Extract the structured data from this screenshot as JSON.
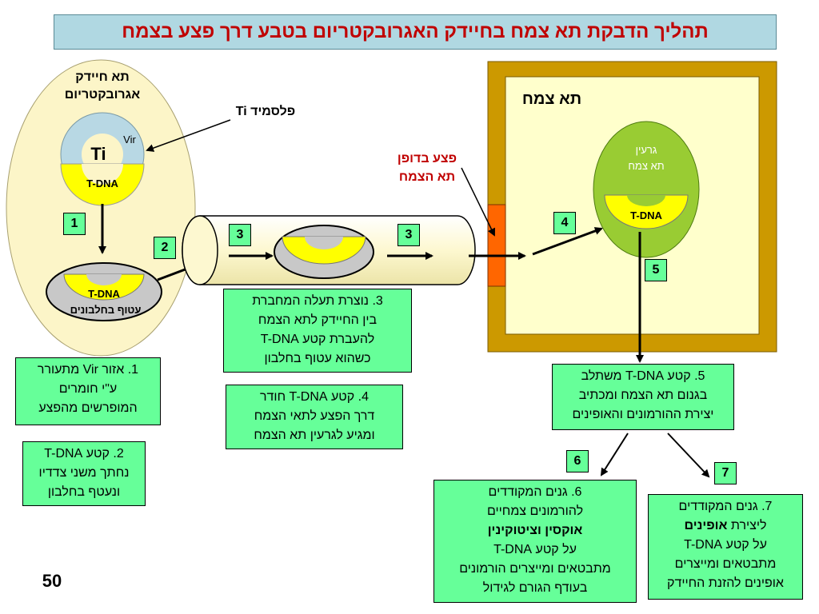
{
  "title": "תהליך הדבקת תא צמח בחיידק האגרובקטריום בטבע דרך פצע בצמח",
  "bacterium": {
    "label_line1": "תא חיידק",
    "label_line2": "אגרובקטריום",
    "ti": "Ti",
    "vir": "Vir",
    "tdna": "T-DNA",
    "coated_tdna": "T-DNA",
    "protein_coat": "עטוף בחלבונים"
  },
  "plasmid_label": "פלסמיד Ti",
  "wound_label_line1": "פצע בדופן",
  "wound_label_line2": "תא הצמח",
  "plant_cell_label": "תא צמח",
  "nucleus": {
    "label_line1": "גרעין",
    "label_line2": "תא צמח",
    "tdna": "T-DNA"
  },
  "step_numbers": [
    "1",
    "2",
    "3",
    "3",
    "4",
    "5",
    "6",
    "7"
  ],
  "notes": {
    "n1": [
      "1. אזור Vir מתעורר",
      "ע\"י חומרים",
      "המופרשים מהפצע"
    ],
    "n2": [
      "2. קטע  T-DNA",
      "נחתך משני צדדיו",
      "ונעטף בחלבון"
    ],
    "n3": [
      "3. נוצרת תעלה המחברת",
      "בין החיידק לתא הצמח",
      "להעברת קטע T-DNA",
      "כשהוא עטוף בחלבון"
    ],
    "n4": [
      "4. קטע T-DNA חודר",
      "דרך הפצע לתאי הצמח",
      "ומגיע לגרעין תא הצמח"
    ],
    "n5": [
      "5. קטע T-DNA משתלב",
      "בגנום תא הצמח ומכתיב",
      "יצירת ההורמונים והאופינים"
    ],
    "n6": [
      "6. גנים המקודדים",
      "להורמונים צמחיים",
      "אוקסין וציטוקינין",
      "על קטע T-DNA",
      "מתבטאים ומייצרים הורמונים",
      "בעודף הגורם לגידול"
    ],
    "n7_line1": "7. גנים המקודדים",
    "n7_line2_prefix": "ליצירת ",
    "n7_line2_bold": "אופינים",
    "n7_rest": [
      "על קטע T-DNA",
      "מתבטאים ומייצרים",
      "אופינים להזנת החיידק"
    ]
  },
  "page_number": "50",
  "colors": {
    "title_bg": "#b0d8e2",
    "title_text": "#c00000",
    "bacterium_fill": "#fcf5c8",
    "plant_wall": "#cc9900",
    "plant_inner": "#ffffcc",
    "nucleus": "#99cc33",
    "tdna": "#ffff00",
    "note_fill": "#66ff99",
    "wound": "#ff6600"
  }
}
